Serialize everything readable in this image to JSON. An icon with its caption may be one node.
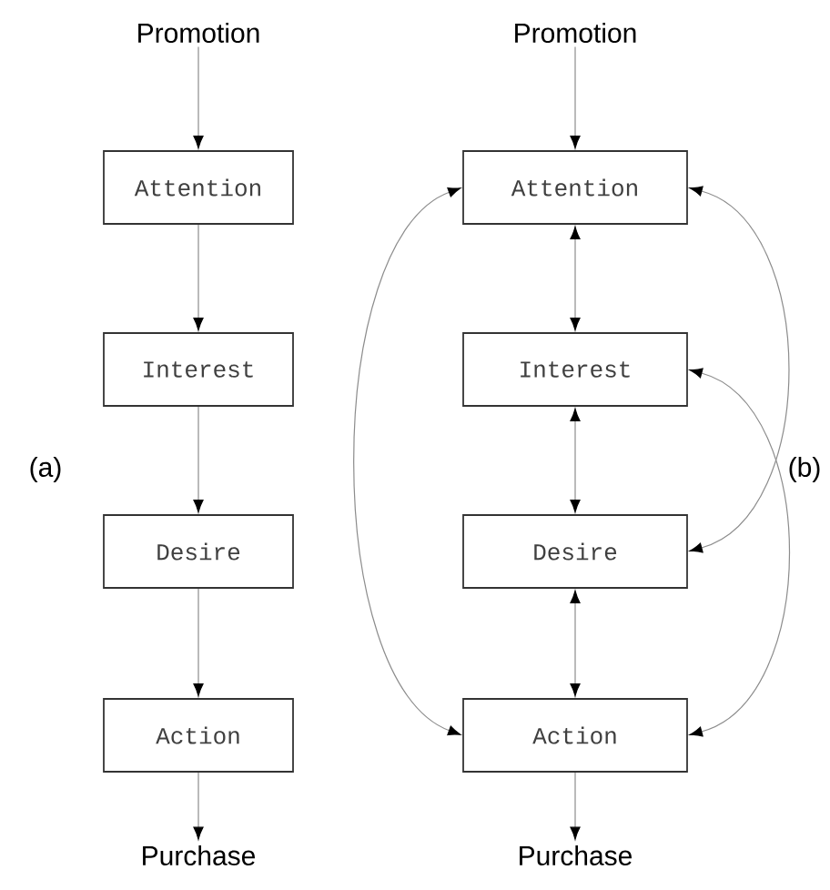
{
  "diagram": {
    "nodes": [
      {
        "text": [
          "Promotion"
        ]
      },
      {
        "text": [
          "Attention"
        ]
      },
      {
        "text": [
          "Interest"
        ]
      },
      {
        "text": [
          "Desire"
        ]
      },
      {
        "text": [
          "Action"
        ]
      },
      {
        "text": [
          "Purchase"
        ]
      },
      {
        "text": [
          "Promotion"
        ]
      },
      {
        "text": [
          "Attention"
        ]
      },
      {
        "text": [
          "Interest"
        ]
      },
      {
        "text": [
          "Desire"
        ]
      },
      {
        "text": [
          "Action"
        ]
      },
      {
        "text": [
          "Purchase"
        ]
      }
    ],
    "edges": [
      {
        "from": 0,
        "to": 1,
        "arrow": "to"
      },
      {
        "from": 1,
        "to": 2,
        "arrow": "to"
      },
      {
        "from": 2,
        "to": 3,
        "arrow": "to"
      },
      {
        "from": 3,
        "to": 4,
        "arrow": "to"
      },
      {
        "from": 4,
        "to": 5,
        "arrow": "to"
      },
      {
        "from": 6,
        "to": 7,
        "arrow": "to"
      },
      {
        "from": 7,
        "to": 8,
        "arrow": "both"
      },
      {
        "from": 8,
        "to": 9,
        "arrow": "both"
      },
      {
        "from": 9,
        "to": 10,
        "arrow": "both"
      },
      {
        "from": 10,
        "to": 11,
        "arrow": "to"
      },
      {
        "from": 7,
        "to": 10,
        "arrow": "both"
      },
      {
        "from": 7,
        "to": 9,
        "arrow": "both"
      },
      {
        "from": 8,
        "to": 10,
        "arrow": "both"
      }
    ],
    "labels": [
      "(a)",
      "(b)"
    ]
  }
}
